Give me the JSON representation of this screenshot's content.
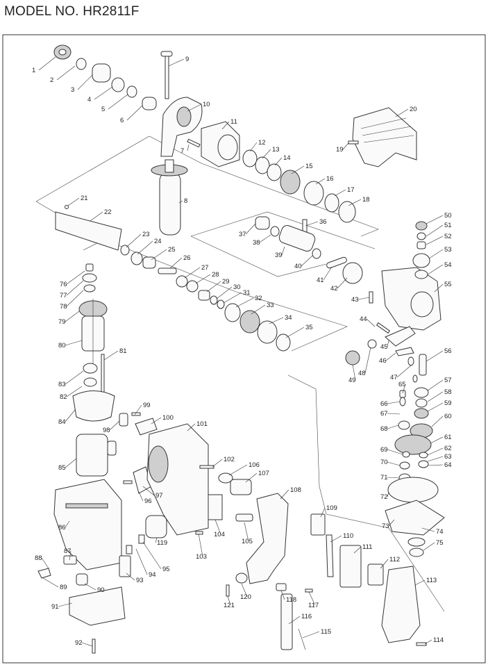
{
  "title": "MODEL NO. HR2811F",
  "callouts": [
    "1",
    "2",
    "3",
    "4",
    "5",
    "6",
    "7",
    "8",
    "9",
    "10",
    "11",
    "12",
    "13",
    "14",
    "15",
    "16",
    "17",
    "18",
    "19",
    "20",
    "21",
    "22",
    "23",
    "24",
    "25",
    "26",
    "27",
    "28",
    "29",
    "30",
    "31",
    "32",
    "33",
    "34",
    "35",
    "36",
    "37",
    "38",
    "39",
    "40",
    "41",
    "42",
    "43",
    "44",
    "45",
    "46",
    "47",
    "48",
    "49",
    "50",
    "51",
    "52",
    "53",
    "54",
    "55",
    "56",
    "57",
    "58",
    "59",
    "60",
    "61",
    "62",
    "63",
    "64",
    "65",
    "66",
    "67",
    "68",
    "69",
    "70",
    "71",
    "72",
    "73",
    "74",
    "75",
    "76",
    "77",
    "78",
    "79",
    "80",
    "81",
    "82",
    "83",
    "84",
    "85",
    "86",
    "87",
    "88",
    "89",
    "90",
    "91",
    "92",
    "93",
    "94",
    "95",
    "96",
    "97",
    "98",
    "99",
    "100",
    "101",
    "102",
    "103",
    "104",
    "105",
    "106",
    "107",
    "108",
    "109",
    "110",
    "111",
    "112",
    "113",
    "114",
    "115",
    "116",
    "117",
    "118",
    "119",
    "120",
    "121"
  ]
}
